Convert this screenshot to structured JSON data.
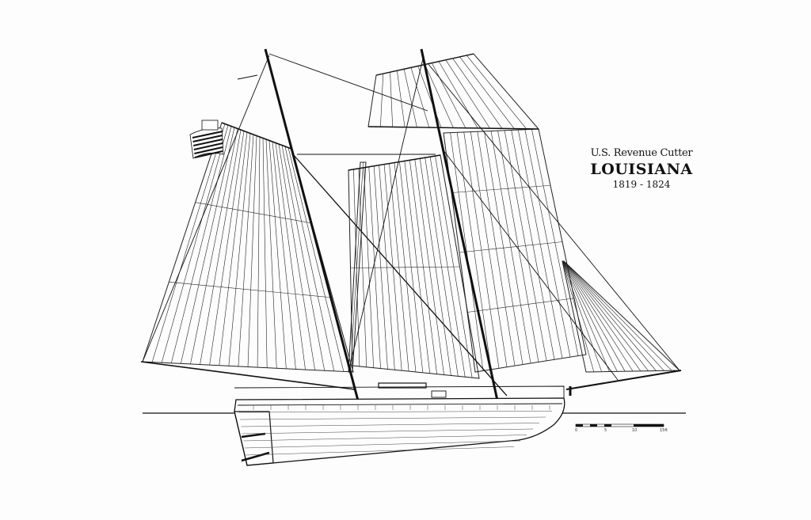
{
  "title": {
    "subtitle": "U.S. Revenue Cutter",
    "name": "LOUISIANA",
    "years": "1819 - 1824"
  },
  "scale_bar": {
    "labels": [
      "0",
      "5",
      "10",
      "15ft"
    ]
  },
  "colors": {
    "ink": "#111111",
    "paper": "#fdfdfd"
  }
}
